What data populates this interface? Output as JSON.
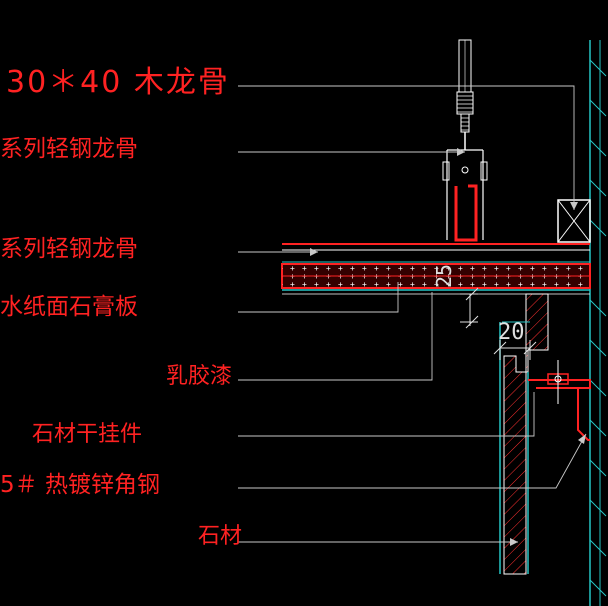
{
  "labels": {
    "title": "30＊40 木龙骨",
    "main_keel": "系列轻钢龙骨",
    "secondary_keel": "系列轻钢龙骨",
    "gypsum_board": "水纸面石膏板",
    "latex_paint": "乳胶漆",
    "stone_hanger": "石材干挂件",
    "angle_steel": "5＃ 热镀锌角钢",
    "stone": "石材"
  },
  "dimensions": {
    "vertical": "25",
    "horizontal": "20"
  },
  "colors": {
    "background": "#000000",
    "text": "#ff2222",
    "leader": "#c8c8c8",
    "outline": "#ffffff",
    "board": "#ff2222",
    "stone_edge": "#26c6c6",
    "dimension": "#e0e0e0"
  }
}
